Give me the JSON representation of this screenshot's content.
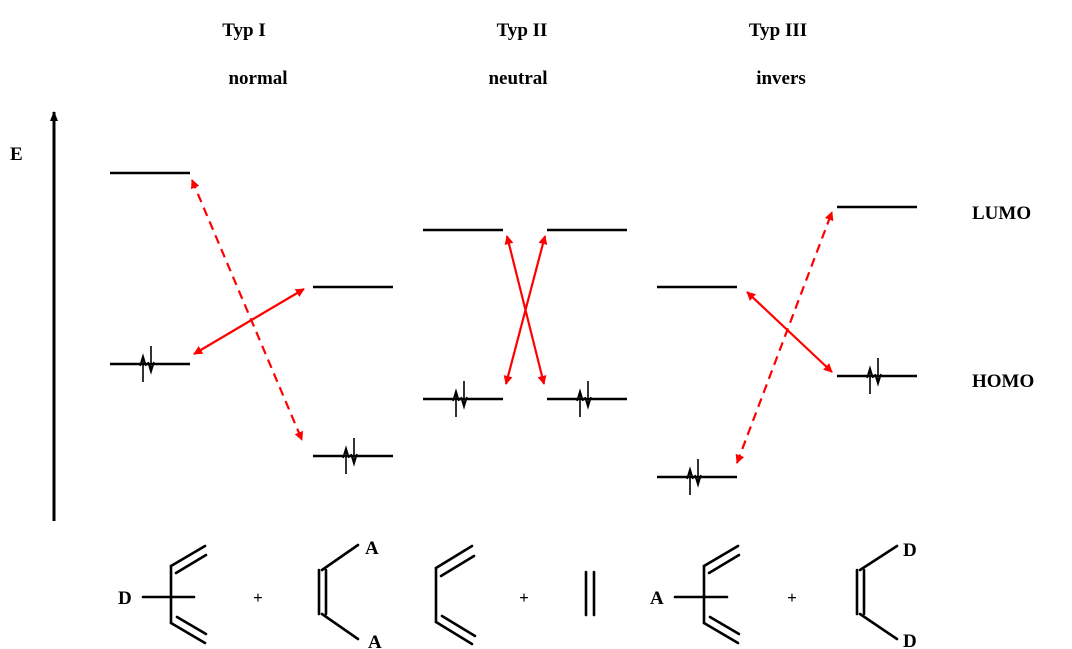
{
  "columns": [
    {
      "title": "Typ I",
      "subtitle": "normal"
    },
    {
      "title": "Typ II",
      "subtitle": "neutral"
    },
    {
      "title": "Typ III",
      "subtitle": "invers"
    }
  ],
  "energy_axis_label": "E",
  "row_labels": {
    "lumo": "LUMO",
    "homo": "HOMO"
  },
  "molecules": {
    "diene_1_substituent": "D",
    "dienophile_1_substituents": [
      "A",
      "A"
    ],
    "diene_3_substituent": "A",
    "dienophile_3_substituents": [
      "D",
      "D"
    ],
    "plus": "+"
  },
  "colors": {
    "arrow": "#ff0000",
    "line": "#000000"
  }
}
